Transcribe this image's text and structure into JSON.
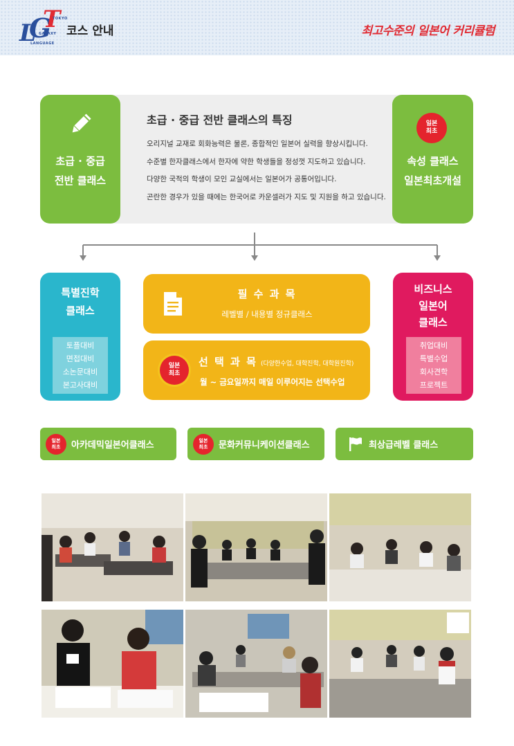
{
  "header": {
    "logo": {
      "l": "L",
      "g": "G",
      "t": "T",
      "tokyo": "TOKYO",
      "galaxy": "GALAXY",
      "language": "LANGUAGE"
    },
    "title": "코스 안내",
    "slogan": "최고수준의 일본어 커리큘럼"
  },
  "features": {
    "left_title_line1": "초급 · 중급",
    "left_title_line2": "전반 클래스",
    "heading": "초급 · 중급 전반 클래스의 특징",
    "items": [
      "오리지널 교재로 회화능력은 물론, 종합적인 일본어 실력을 향상시킵니다.",
      "수준별 한자클래스에서 한자에 약한 학생들을 정성껏 지도하고 있습니다.",
      "다양한 국적의 학생이 모인 교실에서는 일본어가 공통어입니다.",
      "곤란한 경우가 있을 때에는 한국어로 카운셀러가 지도 및 지원을 하고 있습니다."
    ],
    "right_badge_line1": "일본",
    "right_badge_line2": "최초",
    "right_title_line1": "속성 클래스",
    "right_title_line2": "일본최초개설"
  },
  "special": {
    "title_line1": "특별진학",
    "title_line2": "클래스",
    "items": [
      "토플대비",
      "면접대비",
      "소논문대비",
      "본고사대비"
    ]
  },
  "required": {
    "title": "필 수 과 목",
    "subtitle": "레벨별 / 내용별 정규클래스"
  },
  "elective": {
    "badge_line1": "일본",
    "badge_line2": "최초",
    "title": "선 택 과 목",
    "note": "(다양한수업, 대학진학, 대학원진학)",
    "subtitle": "월 ~ 금요일까지 매일 이루어지는 선택수업"
  },
  "business": {
    "title_line1": "비즈니스",
    "title_line2": "일본어",
    "title_line3": "클래스",
    "items": [
      "취업대비",
      "특별수업",
      "회사견학",
      "프로젝트"
    ]
  },
  "classes": [
    {
      "badge_line1": "일본",
      "badge_line2": "최초",
      "label": "아카데믹일본어클래스"
    },
    {
      "badge_line1": "일본",
      "badge_line2": "최초",
      "label": "문화커뮤니케이션클래스"
    },
    {
      "icon": "flag-icon",
      "label": "최상급레벨 클래스"
    }
  ],
  "colors": {
    "green": "#7cbd3f",
    "blue": "#2ab6cc",
    "magenta": "#e01a5f",
    "yellow": "#f2b518",
    "red_badge": "#e4242d",
    "slogan_red": "#e02a32",
    "logo_blue": "#2a4f9c"
  }
}
